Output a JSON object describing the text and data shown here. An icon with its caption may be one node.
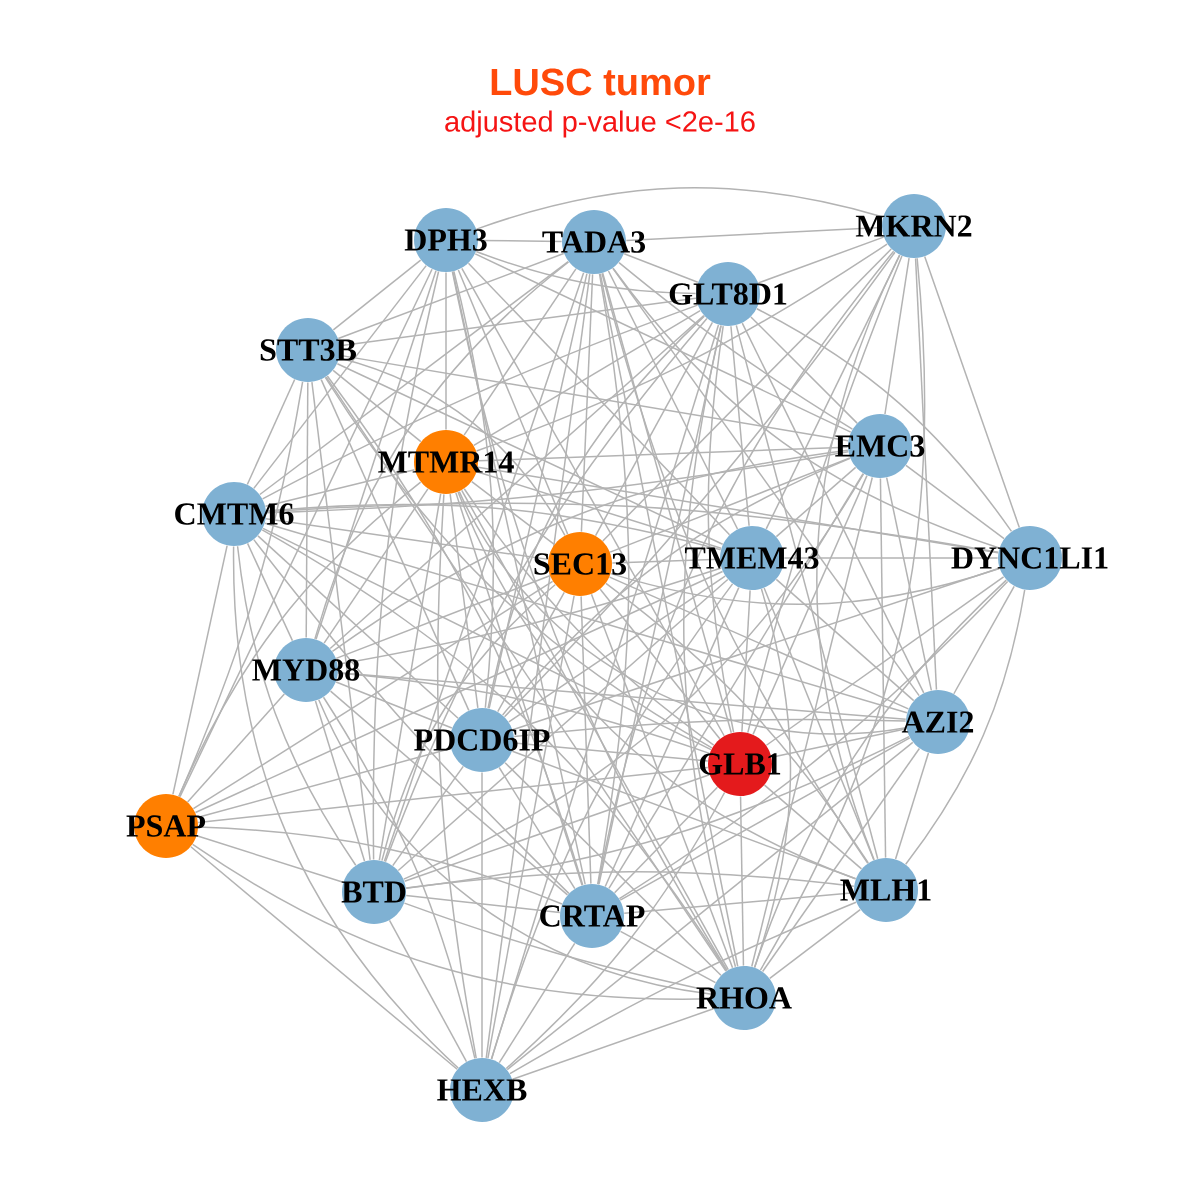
{
  "diagram": {
    "title": "LUSC tumor",
    "nodes": [
      {
        "text": [
          "DPH3"
        ]
      },
      {
        "text": [
          "TADA3"
        ]
      },
      {
        "text": [
          "MKRN2"
        ]
      },
      {
        "text": [
          "GLT8D1"
        ]
      },
      {
        "text": [
          "STT3B"
        ]
      },
      {
        "text": [
          "MTMR14"
        ]
      },
      {
        "text": [
          "EMC3"
        ]
      },
      {
        "text": [
          "CMTM6"
        ]
      },
      {
        "text": [
          "SEC13"
        ]
      },
      {
        "text": [
          "TMEM43"
        ]
      },
      {
        "text": [
          "DYNC1LI1"
        ]
      },
      {
        "text": [
          "MYD88"
        ]
      },
      {
        "text": [
          "PDCD6IP"
        ]
      },
      {
        "text": [
          "GLB1"
        ]
      },
      {
        "text": [
          "AZI2"
        ]
      },
      {
        "text": [
          "PSAP"
        ]
      },
      {
        "text": [
          "BTD"
        ]
      },
      {
        "text": [
          "CRTAP"
        ]
      },
      {
        "text": [
          "MLH1"
        ]
      },
      {
        "text": [
          "RHOA"
        ]
      },
      {
        "text": [
          "HEXB"
        ]
      }
    ],
    "edges": [
      {
        "from": 0,
        "to": 1,
        "arrow": "none"
      },
      {
        "from": 0,
        "to": 2,
        "arrow": "none"
      },
      {
        "from": 0,
        "to": 3,
        "arrow": "none"
      },
      {
        "from": 0,
        "to": 4,
        "arrow": "none"
      },
      {
        "from": 0,
        "to": 5,
        "arrow": "none"
      },
      {
        "from": 0,
        "to": 6,
        "arrow": "none"
      },
      {
        "from": 0,
        "to": 7,
        "arrow": "none"
      },
      {
        "from": 0,
        "to": 8,
        "arrow": "none"
      },
      {
        "from": 0,
        "to": 9,
        "arrow": "none"
      },
      {
        "from": 0,
        "to": 11,
        "arrow": "none"
      },
      {
        "from": 0,
        "to": 12,
        "arrow": "none"
      },
      {
        "from": 0,
        "to": 13,
        "arrow": "none"
      },
      {
        "from": 0,
        "to": 15,
        "arrow": "none"
      },
      {
        "from": 0,
        "to": 16,
        "arrow": "none"
      },
      {
        "from": 0,
        "to": 17,
        "arrow": "none"
      },
      {
        "from": 0,
        "to": 19,
        "arrow": "none"
      },
      {
        "from": 1,
        "to": 2,
        "arrow": "none"
      },
      {
        "from": 1,
        "to": 3,
        "arrow": "none"
      },
      {
        "from": 1,
        "to": 4,
        "arrow": "none"
      },
      {
        "from": 1,
        "to": 5,
        "arrow": "none"
      },
      {
        "from": 1,
        "to": 6,
        "arrow": "none"
      },
      {
        "from": 1,
        "to": 7,
        "arrow": "none"
      },
      {
        "from": 1,
        "to": 8,
        "arrow": "none"
      },
      {
        "from": 1,
        "to": 9,
        "arrow": "none"
      },
      {
        "from": 1,
        "to": 10,
        "arrow": "none"
      },
      {
        "from": 1,
        "to": 11,
        "arrow": "none"
      },
      {
        "from": 1,
        "to": 12,
        "arrow": "none"
      },
      {
        "from": 1,
        "to": 13,
        "arrow": "none"
      },
      {
        "from": 1,
        "to": 14,
        "arrow": "none"
      },
      {
        "from": 1,
        "to": 16,
        "arrow": "none"
      },
      {
        "from": 1,
        "to": 17,
        "arrow": "none"
      },
      {
        "from": 1,
        "to": 18,
        "arrow": "none"
      },
      {
        "from": 1,
        "to": 19,
        "arrow": "none"
      },
      {
        "from": 1,
        "to": 20,
        "arrow": "none"
      },
      {
        "from": 2,
        "to": 3,
        "arrow": "none"
      },
      {
        "from": 2,
        "to": 5,
        "arrow": "none"
      },
      {
        "from": 2,
        "to": 6,
        "arrow": "none"
      },
      {
        "from": 2,
        "to": 8,
        "arrow": "none"
      },
      {
        "from": 2,
        "to": 9,
        "arrow": "none"
      },
      {
        "from": 2,
        "to": 10,
        "arrow": "none"
      },
      {
        "from": 2,
        "to": 12,
        "arrow": "none"
      },
      {
        "from": 2,
        "to": 13,
        "arrow": "none"
      },
      {
        "from": 2,
        "to": 14,
        "arrow": "none"
      },
      {
        "from": 2,
        "to": 17,
        "arrow": "none"
      },
      {
        "from": 2,
        "to": 18,
        "arrow": "none"
      },
      {
        "from": 2,
        "to": 19,
        "arrow": "none"
      },
      {
        "from": 3,
        "to": 4,
        "arrow": "none"
      },
      {
        "from": 3,
        "to": 5,
        "arrow": "none"
      },
      {
        "from": 3,
        "to": 6,
        "arrow": "none"
      },
      {
        "from": 3,
        "to": 7,
        "arrow": "none"
      },
      {
        "from": 3,
        "to": 8,
        "arrow": "none"
      },
      {
        "from": 3,
        "to": 9,
        "arrow": "none"
      },
      {
        "from": 3,
        "to": 10,
        "arrow": "none"
      },
      {
        "from": 3,
        "to": 11,
        "arrow": "none"
      },
      {
        "from": 3,
        "to": 12,
        "arrow": "none"
      },
      {
        "from": 3,
        "to": 13,
        "arrow": "none"
      },
      {
        "from": 3,
        "to": 14,
        "arrow": "none"
      },
      {
        "from": 3,
        "to": 16,
        "arrow": "none"
      },
      {
        "from": 3,
        "to": 17,
        "arrow": "none"
      },
      {
        "from": 3,
        "to": 18,
        "arrow": "none"
      },
      {
        "from": 3,
        "to": 19,
        "arrow": "none"
      },
      {
        "from": 3,
        "to": 20,
        "arrow": "none"
      },
      {
        "from": 4,
        "to": 5,
        "arrow": "none"
      },
      {
        "from": 4,
        "to": 6,
        "arrow": "none"
      },
      {
        "from": 4,
        "to": 7,
        "arrow": "none"
      },
      {
        "from": 4,
        "to": 8,
        "arrow": "none"
      },
      {
        "from": 4,
        "to": 9,
        "arrow": "none"
      },
      {
        "from": 4,
        "to": 11,
        "arrow": "none"
      },
      {
        "from": 4,
        "to": 12,
        "arrow": "none"
      },
      {
        "from": 4,
        "to": 13,
        "arrow": "none"
      },
      {
        "from": 4,
        "to": 15,
        "arrow": "none"
      },
      {
        "from": 4,
        "to": 16,
        "arrow": "none"
      },
      {
        "from": 4,
        "to": 17,
        "arrow": "none"
      },
      {
        "from": 4,
        "to": 19,
        "arrow": "none"
      },
      {
        "from": 5,
        "to": 6,
        "arrow": "none"
      },
      {
        "from": 5,
        "to": 7,
        "arrow": "none"
      },
      {
        "from": 5,
        "to": 8,
        "arrow": "none"
      },
      {
        "from": 5,
        "to": 9,
        "arrow": "none"
      },
      {
        "from": 5,
        "to": 10,
        "arrow": "none"
      },
      {
        "from": 5,
        "to": 11,
        "arrow": "none"
      },
      {
        "from": 5,
        "to": 12,
        "arrow": "none"
      },
      {
        "from": 5,
        "to": 13,
        "arrow": "none"
      },
      {
        "from": 5,
        "to": 14,
        "arrow": "none"
      },
      {
        "from": 5,
        "to": 15,
        "arrow": "none"
      },
      {
        "from": 5,
        "to": 16,
        "arrow": "none"
      },
      {
        "from": 5,
        "to": 17,
        "arrow": "none"
      },
      {
        "from": 5,
        "to": 18,
        "arrow": "none"
      },
      {
        "from": 5,
        "to": 19,
        "arrow": "none"
      },
      {
        "from": 5,
        "to": 20,
        "arrow": "none"
      },
      {
        "from": 6,
        "to": 7,
        "arrow": "none"
      },
      {
        "from": 6,
        "to": 8,
        "arrow": "none"
      },
      {
        "from": 6,
        "to": 9,
        "arrow": "none"
      },
      {
        "from": 6,
        "to": 10,
        "arrow": "none"
      },
      {
        "from": 6,
        "to": 11,
        "arrow": "none"
      },
      {
        "from": 6,
        "to": 12,
        "arrow": "none"
      },
      {
        "from": 6,
        "to": 13,
        "arrow": "none"
      },
      {
        "from": 6,
        "to": 14,
        "arrow": "none"
      },
      {
        "from": 6,
        "to": 16,
        "arrow": "none"
      },
      {
        "from": 6,
        "to": 17,
        "arrow": "none"
      },
      {
        "from": 6,
        "to": 18,
        "arrow": "none"
      },
      {
        "from": 6,
        "to": 19,
        "arrow": "none"
      },
      {
        "from": 7,
        "to": 8,
        "arrow": "none"
      },
      {
        "from": 7,
        "to": 9,
        "arrow": "none"
      },
      {
        "from": 7,
        "to": 10,
        "arrow": "none"
      },
      {
        "from": 7,
        "to": 11,
        "arrow": "none"
      },
      {
        "from": 7,
        "to": 12,
        "arrow": "none"
      },
      {
        "from": 7,
        "to": 13,
        "arrow": "none"
      },
      {
        "from": 7,
        "to": 14,
        "arrow": "none"
      },
      {
        "from": 7,
        "to": 15,
        "arrow": "none"
      },
      {
        "from": 7,
        "to": 16,
        "arrow": "none"
      },
      {
        "from": 7,
        "to": 17,
        "arrow": "none"
      },
      {
        "from": 7,
        "to": 19,
        "arrow": "none"
      },
      {
        "from": 7,
        "to": 20,
        "arrow": "none"
      },
      {
        "from": 8,
        "to": 9,
        "arrow": "none"
      },
      {
        "from": 8,
        "to": 10,
        "arrow": "none"
      },
      {
        "from": 8,
        "to": 11,
        "arrow": "none"
      },
      {
        "from": 8,
        "to": 12,
        "arrow": "none"
      },
      {
        "from": 8,
        "to": 13,
        "arrow": "none"
      },
      {
        "from": 8,
        "to": 14,
        "arrow": "none"
      },
      {
        "from": 8,
        "to": 15,
        "arrow": "none"
      },
      {
        "from": 8,
        "to": 16,
        "arrow": "none"
      },
      {
        "from": 8,
        "to": 17,
        "arrow": "none"
      },
      {
        "from": 8,
        "to": 18,
        "arrow": "none"
      },
      {
        "from": 8,
        "to": 19,
        "arrow": "none"
      },
      {
        "from": 8,
        "to": 20,
        "arrow": "none"
      },
      {
        "from": 9,
        "to": 10,
        "arrow": "none"
      },
      {
        "from": 9,
        "to": 11,
        "arrow": "none"
      },
      {
        "from": 9,
        "to": 12,
        "arrow": "none"
      },
      {
        "from": 9,
        "to": 13,
        "arrow": "none"
      },
      {
        "from": 9,
        "to": 14,
        "arrow": "none"
      },
      {
        "from": 9,
        "to": 15,
        "arrow": "none"
      },
      {
        "from": 9,
        "to": 16,
        "arrow": "none"
      },
      {
        "from": 9,
        "to": 17,
        "arrow": "none"
      },
      {
        "from": 9,
        "to": 18,
        "arrow": "none"
      },
      {
        "from": 9,
        "to": 19,
        "arrow": "none"
      },
      {
        "from": 9,
        "to": 20,
        "arrow": "none"
      },
      {
        "from": 10,
        "to": 12,
        "arrow": "none"
      },
      {
        "from": 10,
        "to": 13,
        "arrow": "none"
      },
      {
        "from": 10,
        "to": 14,
        "arrow": "none"
      },
      {
        "from": 10,
        "to": 17,
        "arrow": "none"
      },
      {
        "from": 10,
        "to": 18,
        "arrow": "none"
      },
      {
        "from": 10,
        "to": 19,
        "arrow": "none"
      },
      {
        "from": 11,
        "to": 12,
        "arrow": "none"
      },
      {
        "from": 11,
        "to": 13,
        "arrow": "none"
      },
      {
        "from": 11,
        "to": 14,
        "arrow": "none"
      },
      {
        "from": 11,
        "to": 15,
        "arrow": "none"
      },
      {
        "from": 11,
        "to": 16,
        "arrow": "none"
      },
      {
        "from": 11,
        "to": 17,
        "arrow": "none"
      },
      {
        "from": 11,
        "to": 19,
        "arrow": "none"
      },
      {
        "from": 11,
        "to": 20,
        "arrow": "none"
      },
      {
        "from": 12,
        "to": 13,
        "arrow": "none"
      },
      {
        "from": 12,
        "to": 14,
        "arrow": "none"
      },
      {
        "from": 12,
        "to": 15,
        "arrow": "none"
      },
      {
        "from": 12,
        "to": 16,
        "arrow": "none"
      },
      {
        "from": 12,
        "to": 17,
        "arrow": "none"
      },
      {
        "from": 12,
        "to": 18,
        "arrow": "none"
      },
      {
        "from": 12,
        "to": 19,
        "arrow": "none"
      },
      {
        "from": 12,
        "to": 20,
        "arrow": "none"
      },
      {
        "from": 13,
        "to": 14,
        "arrow": "none"
      },
      {
        "from": 13,
        "to": 15,
        "arrow": "none"
      },
      {
        "from": 13,
        "to": 16,
        "arrow": "none"
      },
      {
        "from": 13,
        "to": 17,
        "arrow": "none"
      },
      {
        "from": 13,
        "to": 18,
        "arrow": "none"
      },
      {
        "from": 13,
        "to": 19,
        "arrow": "none"
      },
      {
        "from": 13,
        "to": 20,
        "arrow": "none"
      },
      {
        "from": 14,
        "to": 16,
        "arrow": "none"
      },
      {
        "from": 14,
        "to": 17,
        "arrow": "none"
      },
      {
        "from": 14,
        "to": 18,
        "arrow": "none"
      },
      {
        "from": 14,
        "to": 19,
        "arrow": "none"
      },
      {
        "from": 14,
        "to": 20,
        "arrow": "none"
      },
      {
        "from": 15,
        "to": 16,
        "arrow": "none"
      },
      {
        "from": 15,
        "to": 17,
        "arrow": "none"
      },
      {
        "from": 15,
        "to": 19,
        "arrow": "none"
      },
      {
        "from": 15,
        "to": 20,
        "arrow": "none"
      },
      {
        "from": 16,
        "to": 17,
        "arrow": "none"
      },
      {
        "from": 16,
        "to": 18,
        "arrow": "none"
      },
      {
        "from": 16,
        "to": 19,
        "arrow": "none"
      },
      {
        "from": 16,
        "to": 20,
        "arrow": "none"
      },
      {
        "from": 17,
        "to": 18,
        "arrow": "none"
      },
      {
        "from": 17,
        "to": 19,
        "arrow": "none"
      },
      {
        "from": 17,
        "to": 20,
        "arrow": "none"
      },
      {
        "from": 18,
        "to": 19,
        "arrow": "none"
      },
      {
        "from": 18,
        "to": 20,
        "arrow": "none"
      },
      {
        "from": 19,
        "to": 20,
        "arrow": "none"
      }
    ],
    "labels": [
      "adjusted p-value <2e-16"
    ]
  }
}
